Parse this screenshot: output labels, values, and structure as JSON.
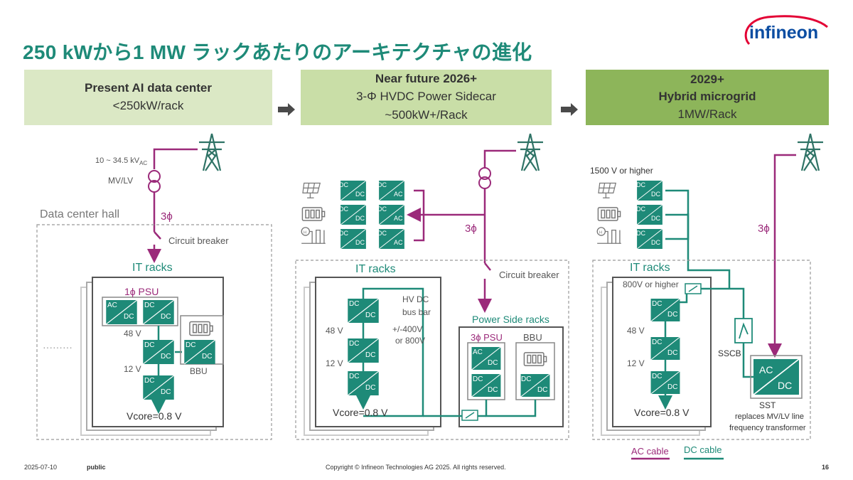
{
  "title": "250 kWから1 MW ラックあたりのアーキテクチャの進化",
  "brand": {
    "name": "infineon",
    "color_primary": "#0b4da2",
    "color_arc": "#e30034"
  },
  "colors": {
    "teal": "#1e8a78",
    "purple": "#9b2a7a",
    "dc_block": "#1e8a78"
  },
  "columns": [
    {
      "line1": "Present AI data center",
      "line2": "<250kW/rack",
      "line3": ""
    },
    {
      "line1": "Near future 2026+",
      "line2": "3-Φ HVDC Power Sidecar",
      "line3": "~500kW+/Rack"
    },
    {
      "line1": "2029+",
      "line2": "Hybrid microgrid",
      "line3": "1MW/Rack"
    }
  ],
  "col1": {
    "voltage": "10 ~ 34.5 kV",
    "voltage_sub": "AC",
    "mvlv": "MV/LV",
    "hall": "Data center hall",
    "phase": "3ϕ",
    "breaker": "Circuit breaker",
    "it_racks": "IT racks",
    "psu": "1ϕ PSU",
    "v48": "48 V",
    "v12": "12 V",
    "bbu": "BBU",
    "vcore": "Vcore=0.8 V",
    "dots": "·········"
  },
  "col2": {
    "phase": "3ϕ",
    "breaker": "Circuit breaker",
    "it_racks": "IT racks",
    "bus_l1": "HV DC",
    "bus_l2": "bus bar",
    "bus_l3": "+/-400V",
    "bus_l4": "or 800V",
    "v48": "48 V",
    "v12": "12 V",
    "vcore": "Vcore=0.8 V",
    "power_side": "Power Side racks",
    "psu": "3ϕ PSU",
    "bbu": "BBU"
  },
  "col3": {
    "voltage": "1500 V or higher",
    "phase": "3ϕ",
    "it_racks": "IT racks",
    "v800": "800V or higher",
    "v48": "48 V",
    "v12": "12 V",
    "vcore": "Vcore=0.8 V",
    "sscb": "SSCB",
    "sst": "SST",
    "sst_l2": "replaces MV/LV line",
    "sst_l3": "frequency transformer"
  },
  "block_labels": {
    "dc": "DC",
    "ac": "AC"
  },
  "legend": {
    "ac": "AC cable",
    "dc": "DC cable"
  },
  "footer": {
    "date": "2025-07-10",
    "classification": "public",
    "copyright": "Copyright © Infineon Technologies AG 2025. All rights reserved.",
    "page": "16"
  }
}
